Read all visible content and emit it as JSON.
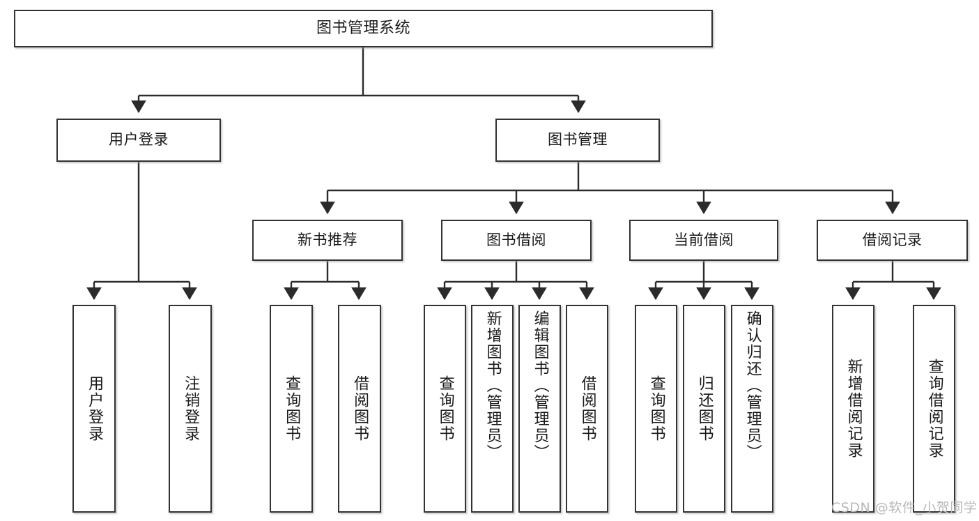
{
  "diagram": {
    "type": "tree-hierarchy",
    "title": "图书管理系统",
    "watermark": "CSDN @软件_小贺同学",
    "colors": {
      "background": "#ffffff",
      "border": "#333333",
      "text": "#1a1a1a",
      "edge": "#333333",
      "watermark": "#b9b9b9"
    },
    "nodes": [
      {
        "id": "root",
        "label": "图书管理系统",
        "level": 0
      },
      {
        "id": "login",
        "label": "用户登录",
        "level": 1
      },
      {
        "id": "bookmgmt",
        "label": "图书管理",
        "level": 1
      },
      {
        "id": "newbook",
        "label": "新书推荐",
        "level": 2
      },
      {
        "id": "borrow",
        "label": "图书借阅",
        "level": 2
      },
      {
        "id": "current",
        "label": "当前借阅",
        "level": 2
      },
      {
        "id": "records",
        "label": "借阅记录",
        "level": 2
      },
      {
        "id": "leaf-1",
        "label": "用户登录",
        "level": 3,
        "parent": "login"
      },
      {
        "id": "leaf-2",
        "label": "注销登录",
        "level": 3,
        "parent": "login"
      },
      {
        "id": "leaf-3",
        "label": "查询图书",
        "level": 3,
        "parent": "newbook"
      },
      {
        "id": "leaf-4",
        "label": "借阅图书",
        "level": 3,
        "parent": "newbook"
      },
      {
        "id": "leaf-5",
        "label": "查询图书",
        "level": 3,
        "parent": "borrow"
      },
      {
        "id": "leaf-6",
        "label": "新增图书（管理员）",
        "level": 3,
        "parent": "borrow"
      },
      {
        "id": "leaf-7",
        "label": "编辑图书（管理员）",
        "level": 3,
        "parent": "borrow"
      },
      {
        "id": "leaf-8",
        "label": "借阅图书",
        "level": 3,
        "parent": "borrow"
      },
      {
        "id": "leaf-9",
        "label": "查询图书",
        "level": 3,
        "parent": "current"
      },
      {
        "id": "leaf-10",
        "label": "归还图书",
        "level": 3,
        "parent": "current"
      },
      {
        "id": "leaf-11",
        "label": "确认归还（管理员）",
        "level": 3,
        "parent": "current"
      },
      {
        "id": "leaf-12",
        "label": "新增借阅记录",
        "level": 3,
        "parent": "records"
      },
      {
        "id": "leaf-13",
        "label": "查询借阅记录",
        "level": 3,
        "parent": "records"
      }
    ]
  }
}
